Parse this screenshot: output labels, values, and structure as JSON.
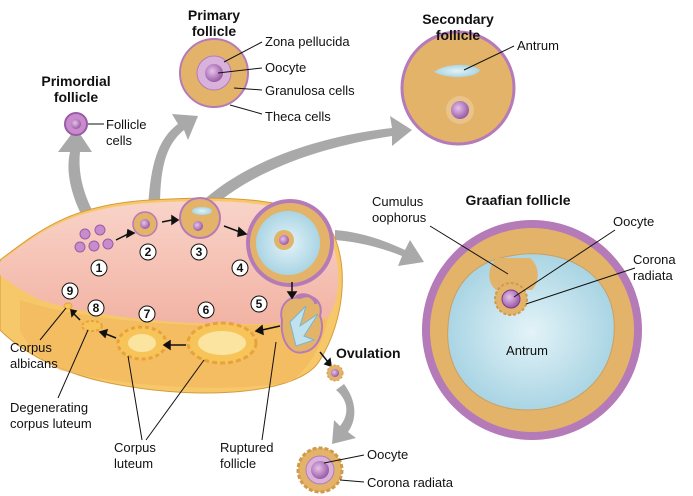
{
  "titles": {
    "primordial": [
      "Primordial",
      "follicle"
    ],
    "primary": [
      "Primary",
      "follicle"
    ],
    "secondary": [
      "Secondary",
      "follicle"
    ],
    "graafian": "Graafian follicle",
    "ovulation": "Ovulation"
  },
  "labels": {
    "zona_pellucida": "Zona  pellucida",
    "oocyte_primary": "Oocyte",
    "granulosa_cells": "Granulosa cells",
    "theca_cells": "Theca cells",
    "follicle_cells": [
      "Follicle",
      "cells"
    ],
    "antrum_secondary": "Antrum",
    "cumulus_oophorus": [
      "Cumulus",
      "oophorus"
    ],
    "oocyte_graafian": "Oocyte",
    "corona_radiata_graafian": [
      "Corona",
      "radiata"
    ],
    "antrum_graafian": "Antrum",
    "corpus_albicans": [
      "Corpus",
      "albicans"
    ],
    "degenerating_corpus_luteum": [
      "Degenerating",
      "corpus luteum"
    ],
    "corpus_luteum": [
      "Corpus",
      "luteum"
    ],
    "ruptured_follicle": [
      "Ruptured",
      "follicle"
    ],
    "oocyte_released": "Oocyte",
    "corona_radiata_released": "Corona radiata"
  },
  "stage_numbers": [
    "1",
    "2",
    "3",
    "4",
    "5",
    "6",
    "7",
    "8",
    "9"
  ],
  "colors": {
    "ovary_pink": "#f6c3b8",
    "ovary_yellow": "#f7c86a",
    "granulosa_tan": "#e4b36a",
    "theca_purple": "#b57ab8",
    "antrum_blue": "#bfe2ee",
    "oocyte_purple": "#9a5ca6",
    "arrow_gray": "#a9a9a9"
  }
}
